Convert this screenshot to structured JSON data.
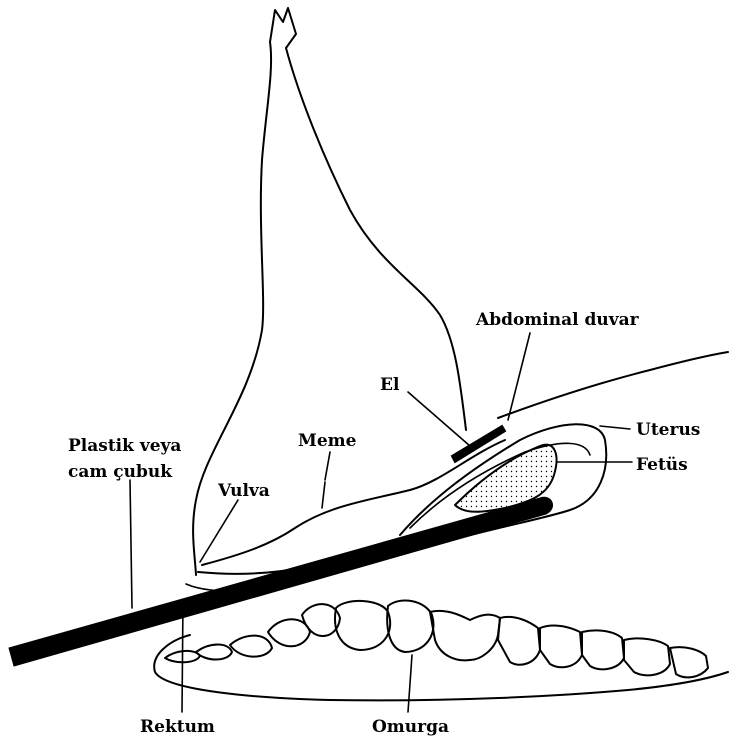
{
  "labels": {
    "abdominal_wall": "Abdominal duvar",
    "hand": "El",
    "uterus": "Uterus",
    "fetus": "Fetüs",
    "rod_line1": "Plastik veya",
    "rod_line2": "cam çubuk",
    "udder": "Meme",
    "vulva": "Vulva",
    "rectum": "Rektum",
    "spine": "Omurga"
  }
}
